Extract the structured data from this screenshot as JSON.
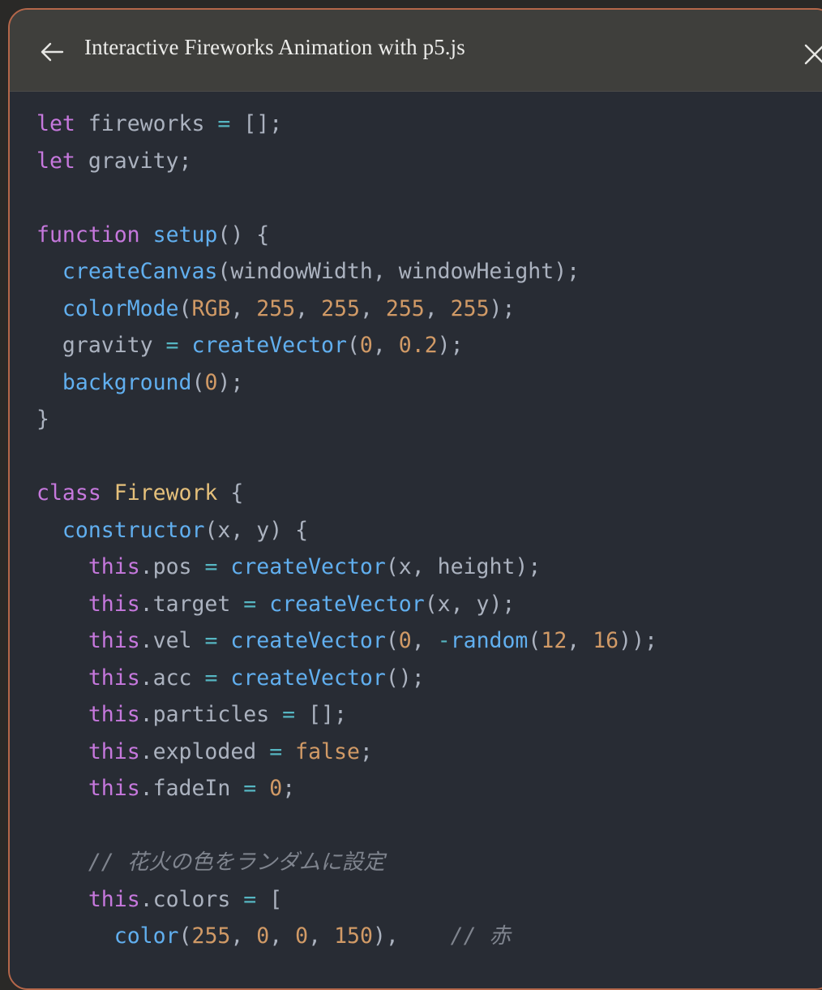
{
  "header": {
    "title": "Interactive Fireworks Animation with p5.js",
    "back_icon": "arrow-left-icon",
    "close_icon": "close-icon"
  },
  "colors": {
    "border_accent": "#b5674a",
    "header_bg": "#3f3f3c",
    "code_bg": "#282c34",
    "keyword": "#c678dd",
    "function": "#61afef",
    "number": "#d19a66",
    "operator": "#56b6c2",
    "class_name": "#e5c07b",
    "comment": "#7f848e",
    "text": "#abb2bf"
  },
  "code": {
    "language": "javascript",
    "lines": [
      [
        [
          "kw",
          "let"
        ],
        [
          "plain",
          " fireworks "
        ],
        [
          "op",
          "="
        ],
        [
          "plain",
          " [];"
        ]
      ],
      [
        [
          "kw",
          "let"
        ],
        [
          "plain",
          " gravity;"
        ]
      ],
      [],
      [
        [
          "kw",
          "function"
        ],
        [
          "plain",
          " "
        ],
        [
          "fn",
          "setup"
        ],
        [
          "plain",
          "() {"
        ]
      ],
      [
        [
          "plain",
          "  "
        ],
        [
          "fn",
          "createCanvas"
        ],
        [
          "plain",
          "(windowWidth, windowHeight);"
        ]
      ],
      [
        [
          "plain",
          "  "
        ],
        [
          "fn",
          "colorMode"
        ],
        [
          "plain",
          "("
        ],
        [
          "num",
          "RGB"
        ],
        [
          "plain",
          ", "
        ],
        [
          "num",
          "255"
        ],
        [
          "plain",
          ", "
        ],
        [
          "num",
          "255"
        ],
        [
          "plain",
          ", "
        ],
        [
          "num",
          "255"
        ],
        [
          "plain",
          ", "
        ],
        [
          "num",
          "255"
        ],
        [
          "plain",
          ");"
        ]
      ],
      [
        [
          "plain",
          "  gravity "
        ],
        [
          "op",
          "="
        ],
        [
          "plain",
          " "
        ],
        [
          "fn",
          "createVector"
        ],
        [
          "plain",
          "("
        ],
        [
          "num",
          "0"
        ],
        [
          "plain",
          ", "
        ],
        [
          "num",
          "0.2"
        ],
        [
          "plain",
          ");"
        ]
      ],
      [
        [
          "plain",
          "  "
        ],
        [
          "fn",
          "background"
        ],
        [
          "plain",
          "("
        ],
        [
          "num",
          "0"
        ],
        [
          "plain",
          ");"
        ]
      ],
      [
        [
          "plain",
          "}"
        ]
      ],
      [],
      [
        [
          "kw",
          "class"
        ],
        [
          "plain",
          " "
        ],
        [
          "cls",
          "Firework"
        ],
        [
          "plain",
          " {"
        ]
      ],
      [
        [
          "plain",
          "  "
        ],
        [
          "fn",
          "constructor"
        ],
        [
          "plain",
          "(x, y) {"
        ]
      ],
      [
        [
          "plain",
          "    "
        ],
        [
          "this",
          "this"
        ],
        [
          "plain",
          ".pos "
        ],
        [
          "op",
          "="
        ],
        [
          "plain",
          " "
        ],
        [
          "fn",
          "createVector"
        ],
        [
          "plain",
          "(x, height);"
        ]
      ],
      [
        [
          "plain",
          "    "
        ],
        [
          "this",
          "this"
        ],
        [
          "plain",
          ".target "
        ],
        [
          "op",
          "="
        ],
        [
          "plain",
          " "
        ],
        [
          "fn",
          "createVector"
        ],
        [
          "plain",
          "(x, y);"
        ]
      ],
      [
        [
          "plain",
          "    "
        ],
        [
          "this",
          "this"
        ],
        [
          "plain",
          ".vel "
        ],
        [
          "op",
          "="
        ],
        [
          "plain",
          " "
        ],
        [
          "fn",
          "createVector"
        ],
        [
          "plain",
          "("
        ],
        [
          "num",
          "0"
        ],
        [
          "plain",
          ", "
        ],
        [
          "op",
          "-"
        ],
        [
          "fn",
          "random"
        ],
        [
          "plain",
          "("
        ],
        [
          "num",
          "12"
        ],
        [
          "plain",
          ", "
        ],
        [
          "num",
          "16"
        ],
        [
          "plain",
          "));"
        ]
      ],
      [
        [
          "plain",
          "    "
        ],
        [
          "this",
          "this"
        ],
        [
          "plain",
          ".acc "
        ],
        [
          "op",
          "="
        ],
        [
          "plain",
          " "
        ],
        [
          "fn",
          "createVector"
        ],
        [
          "plain",
          "();"
        ]
      ],
      [
        [
          "plain",
          "    "
        ],
        [
          "this",
          "this"
        ],
        [
          "plain",
          ".particles "
        ],
        [
          "op",
          "="
        ],
        [
          "plain",
          " [];"
        ]
      ],
      [
        [
          "plain",
          "    "
        ],
        [
          "this",
          "this"
        ],
        [
          "plain",
          ".exploded "
        ],
        [
          "op",
          "="
        ],
        [
          "plain",
          " "
        ],
        [
          "num",
          "false"
        ],
        [
          "plain",
          ";"
        ]
      ],
      [
        [
          "plain",
          "    "
        ],
        [
          "this",
          "this"
        ],
        [
          "plain",
          ".fadeIn "
        ],
        [
          "op",
          "="
        ],
        [
          "plain",
          " "
        ],
        [
          "num",
          "0"
        ],
        [
          "plain",
          ";"
        ]
      ],
      [],
      [
        [
          "plain",
          "    "
        ],
        [
          "com",
          "// 花火の色をランダムに設定"
        ]
      ],
      [
        [
          "plain",
          "    "
        ],
        [
          "this",
          "this"
        ],
        [
          "plain",
          ".colors "
        ],
        [
          "op",
          "="
        ],
        [
          "plain",
          " ["
        ]
      ],
      [
        [
          "plain",
          "      "
        ],
        [
          "fn",
          "color"
        ],
        [
          "plain",
          "("
        ],
        [
          "num",
          "255"
        ],
        [
          "plain",
          ", "
        ],
        [
          "num",
          "0"
        ],
        [
          "plain",
          ", "
        ],
        [
          "num",
          "0"
        ],
        [
          "plain",
          ", "
        ],
        [
          "num",
          "150"
        ],
        [
          "plain",
          "),    "
        ],
        [
          "com",
          "// 赤"
        ]
      ]
    ]
  }
}
